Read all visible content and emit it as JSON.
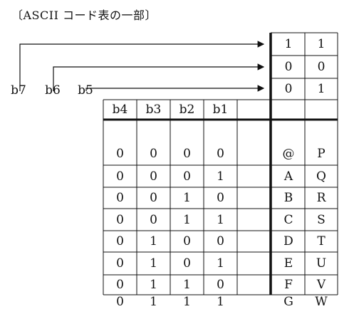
{
  "title": "〔ASCII コード表の一部〕",
  "high_bits": [
    {
      "name": "b7",
      "code_cols": [
        "1",
        "1"
      ]
    },
    {
      "name": "b6",
      "code_cols": [
        "0",
        "0"
      ]
    },
    {
      "name": "b5",
      "code_cols": [
        "0",
        "1"
      ]
    }
  ],
  "low_bit_headers": [
    "b4",
    "b3",
    "b2",
    "b1"
  ],
  "rows": [
    {
      "bits": [
        "0",
        "0",
        "0",
        "0"
      ],
      "chars": [
        "@",
        "P"
      ]
    },
    {
      "bits": [
        "0",
        "0",
        "0",
        "1"
      ],
      "chars": [
        "A",
        "Q"
      ]
    },
    {
      "bits": [
        "0",
        "0",
        "1",
        "0"
      ],
      "chars": [
        "B",
        "R"
      ]
    },
    {
      "bits": [
        "0",
        "0",
        "1",
        "1"
      ],
      "chars": [
        "C",
        "S"
      ]
    },
    {
      "bits": [
        "0",
        "1",
        "0",
        "0"
      ],
      "chars": [
        "D",
        "T"
      ]
    },
    {
      "bits": [
        "0",
        "1",
        "0",
        "1"
      ],
      "chars": [
        "E",
        "U"
      ]
    },
    {
      "bits": [
        "0",
        "1",
        "1",
        "0"
      ],
      "chars": [
        "F",
        "V"
      ]
    },
    {
      "bits": [
        "0",
        "1",
        "1",
        "1"
      ],
      "chars": [
        "G",
        "W"
      ]
    }
  ]
}
